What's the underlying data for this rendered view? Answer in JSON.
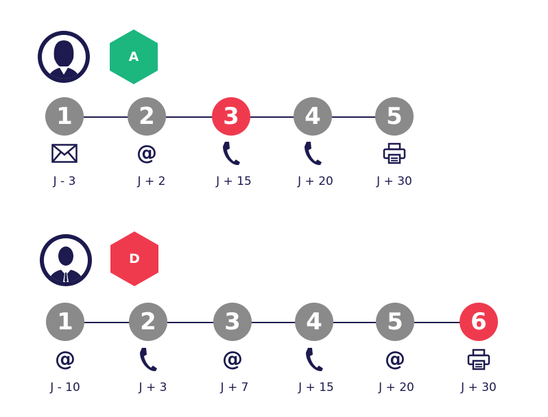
{
  "colors": {
    "navy": "#1c1a4e",
    "gray": "#8a8a8a",
    "highlight": "#ef3a4e",
    "green": "#1cb67f",
    "red": "#ef3a4e"
  },
  "sequences": [
    {
      "avatar": "female-user-icon",
      "grade": {
        "label": "A",
        "color": "#1cb67f"
      },
      "steps": [
        {
          "number": "1",
          "channel": "envelope-icon",
          "day": "J - 3",
          "active": false
        },
        {
          "number": "2",
          "channel": "at-icon",
          "day": "J + 2",
          "active": false
        },
        {
          "number": "3",
          "channel": "phone-icon",
          "day": "J + 15",
          "active": true
        },
        {
          "number": "4",
          "channel": "phone-icon",
          "day": "J + 20",
          "active": false
        },
        {
          "number": "5",
          "channel": "printer-icon",
          "day": "J + 30",
          "active": false
        }
      ]
    },
    {
      "avatar": "male-user-icon",
      "grade": {
        "label": "D",
        "color": "#ef3a4e"
      },
      "steps": [
        {
          "number": "1",
          "channel": "at-icon",
          "day": "J - 10",
          "active": false
        },
        {
          "number": "2",
          "channel": "phone-icon",
          "day": "J + 3",
          "active": false
        },
        {
          "number": "3",
          "channel": "at-icon",
          "day": "J + 7",
          "active": false
        },
        {
          "number": "4",
          "channel": "phone-icon",
          "day": "J + 15",
          "active": false
        },
        {
          "number": "5",
          "channel": "at-icon",
          "day": "J + 20",
          "active": false
        },
        {
          "number": "6",
          "channel": "printer-icon",
          "day": "J + 30",
          "active": true
        }
      ]
    }
  ]
}
